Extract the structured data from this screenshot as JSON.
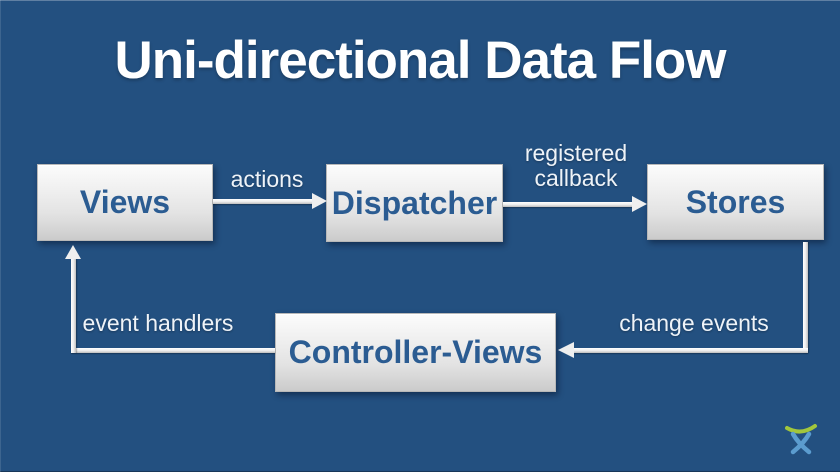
{
  "slide": {
    "title": "Uni-directional Data Flow"
  },
  "colors": {
    "background": "#235080",
    "node_text": "#2b5c92",
    "node_gradient_top": "#fcfcfc",
    "node_gradient_bottom": "#cbcbcb",
    "edge_label_text": "#eef3f8",
    "arrow": "#efefef",
    "logo_arc": "#a2c63c",
    "logo_figure": "#5b9ccf"
  },
  "diagram": {
    "nodes": [
      {
        "id": "views",
        "label": "Views"
      },
      {
        "id": "dispatcher",
        "label": "Dispatcher"
      },
      {
        "id": "stores",
        "label": "Stores"
      },
      {
        "id": "controller_views",
        "label": "Controller-Views"
      }
    ],
    "edges": [
      {
        "from": "views",
        "to": "dispatcher",
        "label": "actions"
      },
      {
        "from": "dispatcher",
        "to": "stores",
        "label": "registered callback"
      },
      {
        "from": "stores",
        "to": "controller_views",
        "label": "change events"
      },
      {
        "from": "controller_views",
        "to": "views",
        "label": "event handlers"
      }
    ]
  },
  "logo": {
    "name": "atlassian-charlie-logo"
  }
}
